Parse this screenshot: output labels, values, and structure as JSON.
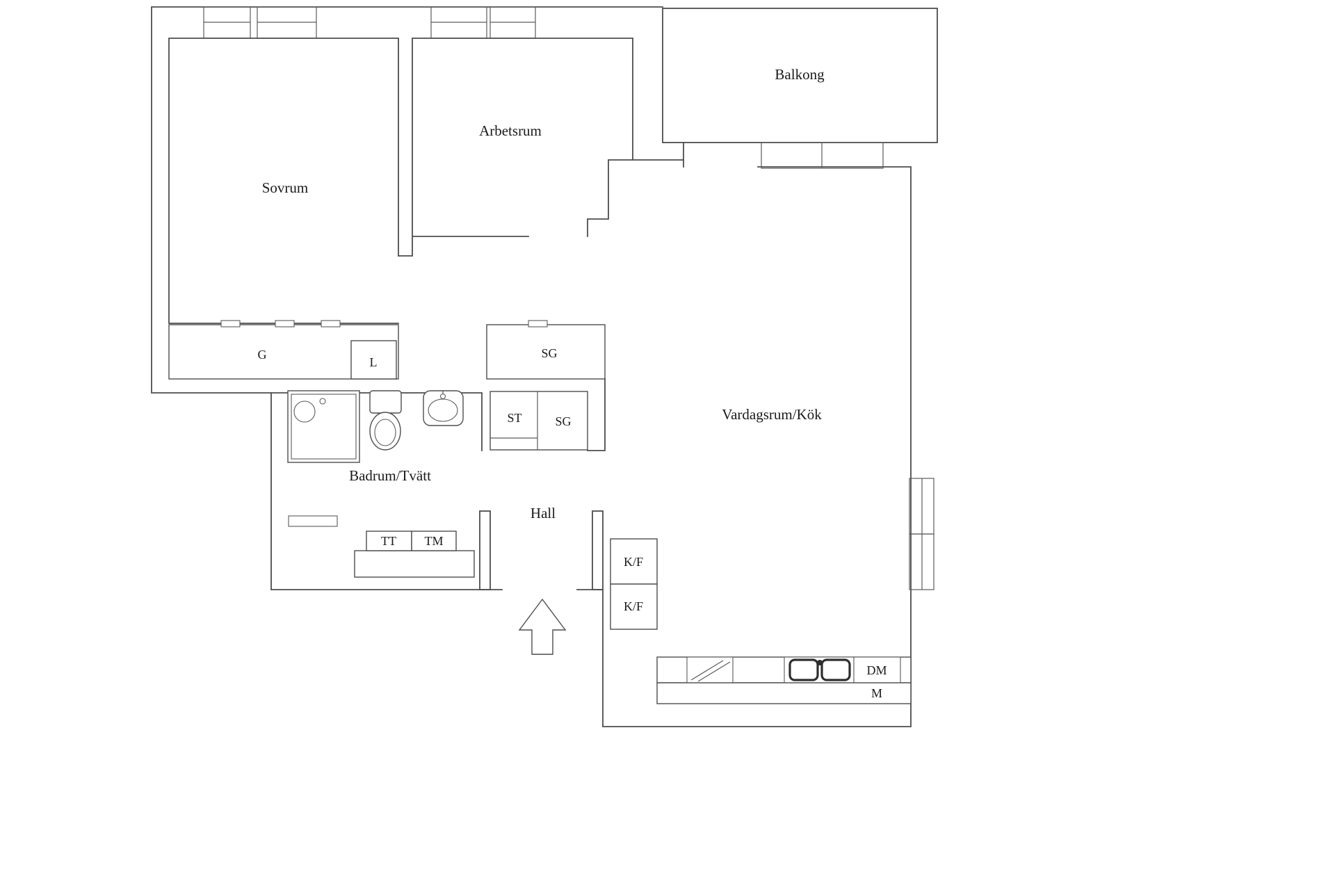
{
  "colors": {
    "background": "#ffffff",
    "wall_line": "#4d4d4d",
    "text": "#1a1a1a",
    "basin_rim": "#2e2e2e"
  },
  "rooms": {
    "sovrum": {
      "label": "Sovrum"
    },
    "arbetsrum": {
      "label": "Arbetsrum"
    },
    "balkong": {
      "label": "Balkong"
    },
    "vardagsrum_kok": {
      "label": "Vardagsrum/Kök"
    },
    "badrum_tvatt": {
      "label": "Badrum/Tvätt"
    },
    "hall": {
      "label": "Hall"
    }
  },
  "fixtures": {
    "g": {
      "label": "G"
    },
    "l": {
      "label": "L"
    },
    "sg_top": {
      "label": "SG"
    },
    "st": {
      "label": "ST"
    },
    "sg_hall": {
      "label": "SG"
    },
    "tt": {
      "label": "TT"
    },
    "tm": {
      "label": "TM"
    },
    "kf_upper": {
      "label": "K/F"
    },
    "kf_lower": {
      "label": "K/F"
    },
    "dm": {
      "label": "DM"
    },
    "m": {
      "label": "M"
    }
  }
}
